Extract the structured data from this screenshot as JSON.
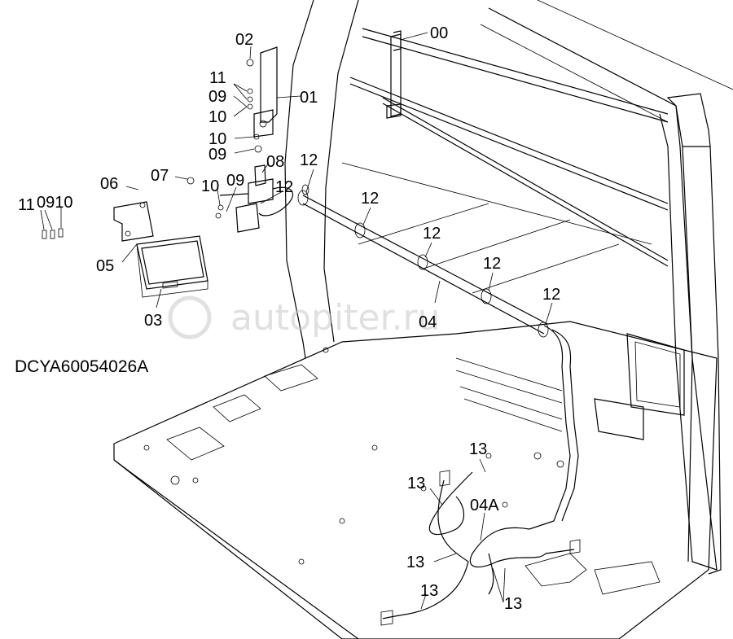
{
  "drawing_code": "DCYA60054026A",
  "watermark": "autopiter.ru",
  "labels": {
    "p00": "00",
    "p01": "01",
    "p02": "02",
    "p03": "03",
    "p04": "04",
    "p04a": "04A",
    "p05": "05",
    "p06": "06",
    "p07": "07",
    "p08": "08",
    "p09a": "09",
    "p09b": "09",
    "p09c": "09",
    "p10a": "10",
    "p10b": "10",
    "p10c": "10",
    "p11a": "11",
    "p11b": "11",
    "p0910": "0910",
    "p12a": "12",
    "p12b": "12",
    "p12c": "12",
    "p12d": "12",
    "p12e": "12",
    "p12f": "12",
    "p13a": "13",
    "p13b": "13",
    "p13c": "13",
    "p13d": "13",
    "p13e": "13"
  },
  "colors": {
    "line": "#000000",
    "background": "#ffffff",
    "watermark": "#c8c8c8"
  }
}
